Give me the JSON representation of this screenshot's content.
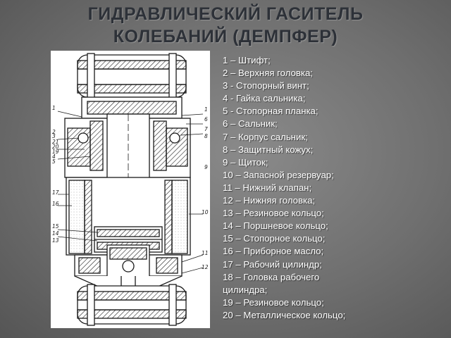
{
  "title": {
    "line1": "ГИДРАВЛИЧЕСКИЙ ГАСИТЕЛЬ",
    "line2": "КОЛЕБАНИЙ (ДЕМПФЕР)"
  },
  "diagram": {
    "callouts_left": [
      "1",
      "2",
      "3",
      "21",
      "20",
      "19",
      "4",
      "5",
      "17",
      "16",
      "15",
      "14",
      "13"
    ],
    "callouts_right": [
      "1",
      "6",
      "7",
      "8",
      "9",
      "10",
      "11",
      "12"
    ]
  },
  "legend": [
    "1 – Штифт;",
    "2 – Верхняя головка;",
    "3 - Стопорный винт;",
    "4 - Гайка сальника;",
    "5 - Стопорная планка;",
    "6 – Сальник;",
    "7 – Корпус сальник;",
    "8 – Защитный кожух;",
    "9 – Щиток;",
    "10 – Запасной резервуар;",
    "11 – Нижний клапан;",
    "12 – Нижняя головка;",
    "13 – Резиновое кольцо;",
    "14 – Поршневое кольцо;",
    "15 – Стопорное кольцо;",
    "16 – Приборное масло;",
    "17 – Рабочий цилиндр;",
    "18 – Головка рабочего цилиндра;",
    "19 – Резиновое кольцо;",
    "20 – Металлическое кольцо;"
  ]
}
